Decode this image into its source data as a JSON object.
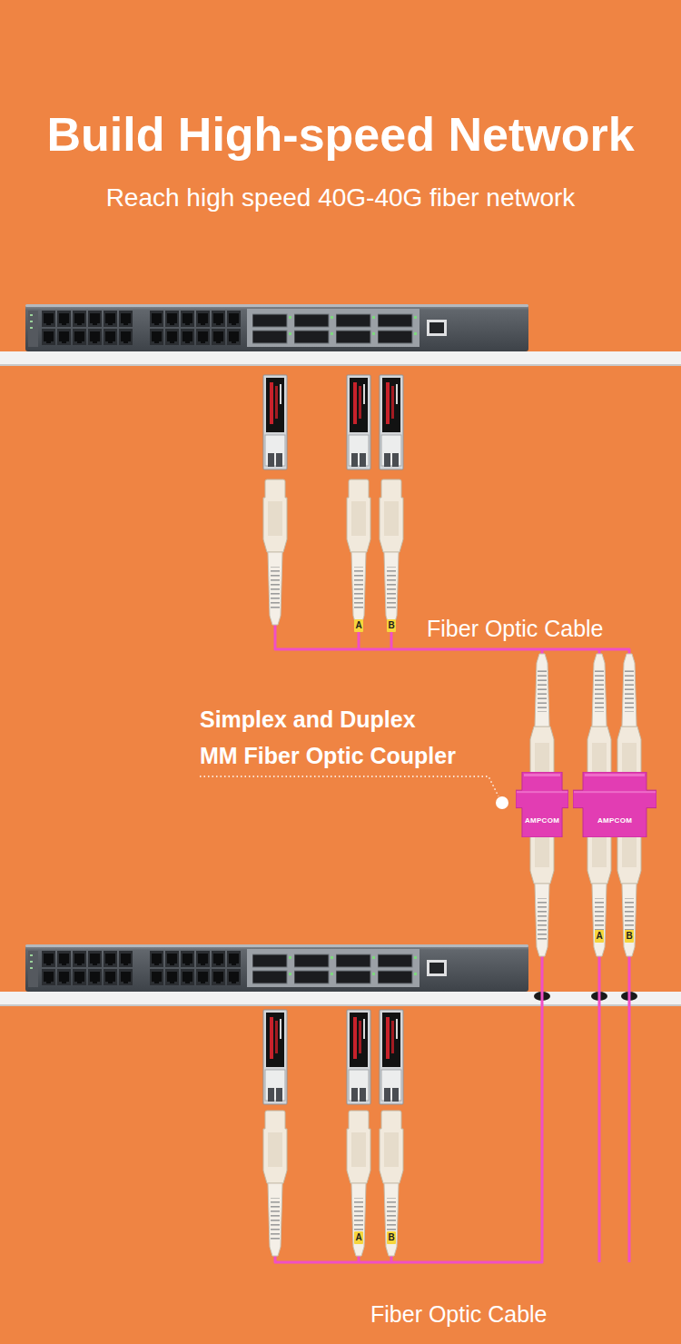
{
  "diagram": {
    "title": "Build High-speed Network",
    "nodes": [
      {
        "text": [
          "AMPCOM"
        ]
      },
      {
        "text": [
          "AMPCOM"
        ]
      }
    ],
    "labels": [
      "Reach high speed 40G-40G fiber network",
      "A",
      "B",
      "Fiber Optic Cable",
      "Simplex and Duplex MM Fiber Optic Coupler",
      "A",
      "B",
      "A",
      "B",
      "Fiber Optic Cable"
    ]
  }
}
